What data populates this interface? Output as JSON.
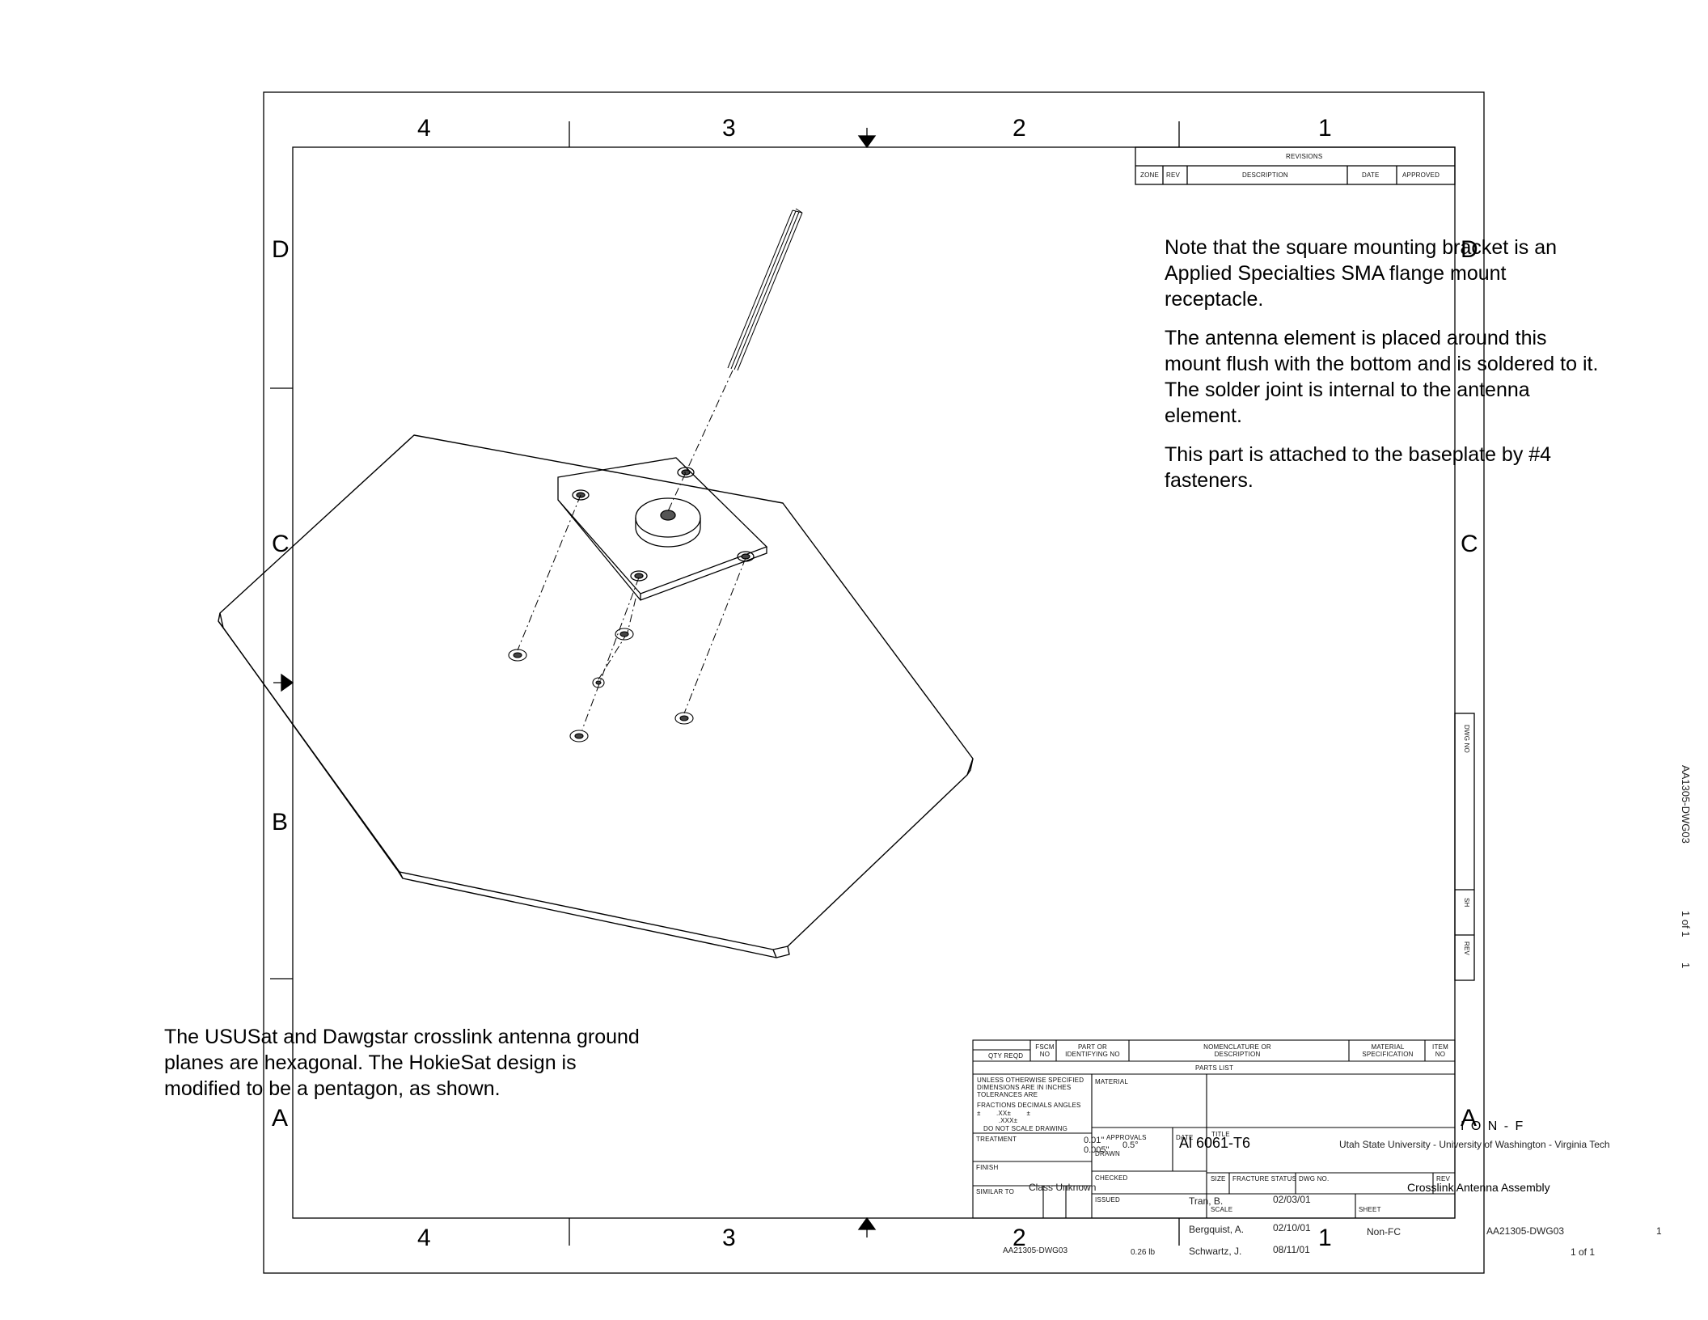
{
  "border": {
    "zones_top": [
      "4",
      "3",
      "2",
      "1"
    ],
    "zones_bottom": [
      "4",
      "3",
      "2",
      "1"
    ],
    "zones_left": [
      "D",
      "C",
      "B",
      "A"
    ],
    "zones_right": [
      "D",
      "C",
      "A"
    ]
  },
  "revisions": {
    "title": "REVISIONS",
    "headers": [
      "ZONE",
      "REV",
      "DESCRIPTION",
      "DATE",
      "APPROVED"
    ]
  },
  "notes": {
    "mount_bracket": "Note that the square mounting bracket is an Applied Specialties SMA flange mount receptacle.",
    "antenna_element": "The antenna element is placed around this mount flush with the bottom and is soldered to it.  The solder joint is internal to the antenna element.",
    "attachment": "This part is attached to the baseplate by #4 fasteners.",
    "ground_plane": "The USUSat and Dawgstar crosslink antenna ground planes are hexagonal.  The HokieSat design is modified to be a pentagon, as shown."
  },
  "side_block": {
    "dwg_no": "DWG NO",
    "sh": "SH",
    "rev": "REV",
    "vertical_dwg": "AA1305-DWG03",
    "vertical_sheet": "1 of 1",
    "vertical_rev": "1"
  },
  "parts_list": {
    "headers": [
      "QTY REQD",
      "FSCM NO",
      "PART OR IDENTIFYING NO",
      "NOMENCLATURE OR DESCRIPTION",
      "MATERIAL SPECIFICATION",
      "ITEM NO"
    ],
    "title": "PARTS LIST"
  },
  "title_block": {
    "tolerance_notes": [
      "UNLESS OTHERWISE SPECIFIED",
      "DIMENSIONS ARE IN INCHES",
      "TOLERANCES ARE",
      "FRACTIONS  DECIMALS  ANGLES",
      "±        .XX±        ±",
      "           .XXX±",
      "DO NOT SCALE DRAWING"
    ],
    "material_label": "MATERIAL",
    "treatment_label": "TREATMENT",
    "finish_label": "FINISH",
    "similar_to_label": "SIMILAR TO",
    "approvals_label": "APPROVALS",
    "date_label": "DATE",
    "drawn_label": "DRAWN",
    "checked_label": "CHECKED",
    "issued_label": "ISSUED",
    "title_label": "TITLE",
    "size_label": "SIZE",
    "fracture_label": "FRACTURE STATUS",
    "dwg_no_label": "DWG NO.",
    "rev_label": "REV",
    "scale_label": "SCALE",
    "sheet_label": "SHEET",
    "tol_decimal_2": "0.01\"",
    "tol_decimal_3": "0.005\"",
    "tol_angle": "0.5°",
    "material": "Al 6061-T6",
    "org_partial": "I O N - F",
    "organization": "Utah State University - University of Washington - Virginia Tech",
    "classification": "Class Unknown",
    "drawing_title": "Crosslink Antenna Assembly",
    "drawn_by": "Tran, B.",
    "drawn_date": "02/03/01",
    "checked_by": "Bergquist, A.",
    "checked_date": "02/10/01",
    "issued_by": "Schwartz, J.",
    "issued_date": "08/11/01",
    "fracture_status": "Non-FC",
    "dwg_no": "AA21305-DWG03",
    "rev": "1",
    "sheet": "1 of 1",
    "file_ref": "AA21305-DWG03",
    "weight": "0.26 lb"
  }
}
